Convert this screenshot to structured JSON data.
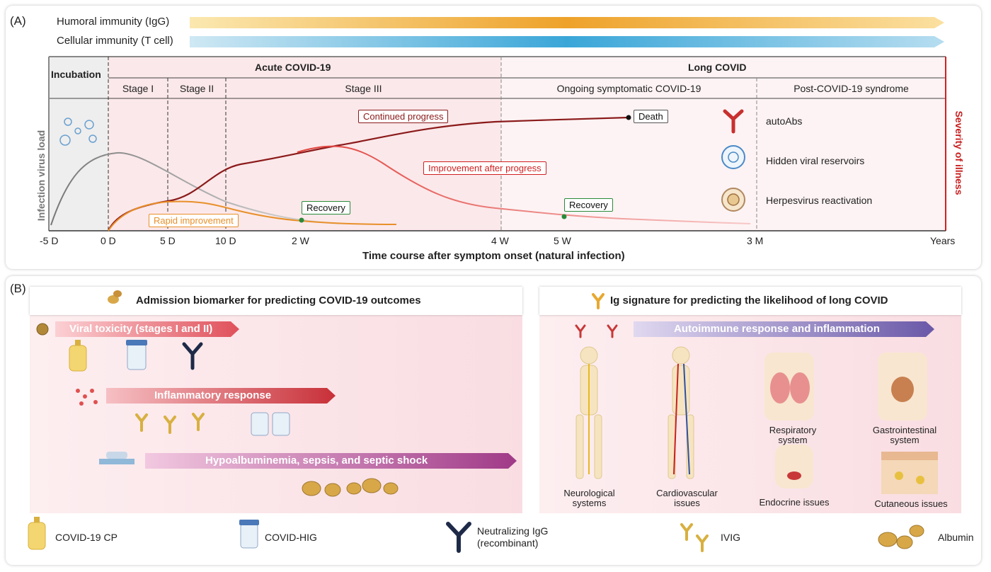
{
  "panel_a": {
    "label": "(A)",
    "humoral": "Humoral immunity (IgG)",
    "cellular": "Cellular immunity (T cell)",
    "phases": {
      "incubation": "Incubation",
      "acute": "Acute COVID-19",
      "long": "Long COVID"
    },
    "stages": {
      "s1": "Stage I",
      "s2": "Stage II",
      "s3": "Stage III",
      "ongoing": "Ongoing symptomatic COVID-19",
      "post": "Post-COVID-19 syndrome"
    },
    "y_left": "Infection virus load",
    "y_right": "Severity of illness",
    "curve_labels": {
      "continued": "Continued progress",
      "death": "Death",
      "improvement": "Improvement after progress",
      "recovery1": "Recovery",
      "recovery2": "Recovery",
      "rapid": "Rapid improvement"
    },
    "side_items": {
      "autoabs": "autoAbs",
      "reservoirs": "Hidden viral reservoirs",
      "herpes": "Herpesvirus reactivation"
    },
    "ticks": [
      "-5 D",
      "0 D",
      "5 D",
      "10 D",
      "2 W",
      "4 W",
      "5 W",
      "3 M",
      "Years"
    ],
    "x_title": "Time course after symptom onset (natural infection)"
  },
  "panel_b": {
    "label": "(B)",
    "left_header": "Admission biomarker for predicting COVID-19 outcomes",
    "right_header": "Ig signature for predicting the likelihood of long COVID",
    "viral_toxicity": "Viral toxicity (stages I and II)",
    "inflammatory": "Inflammatory response",
    "hypoalbuminemia": "Hypoalbuminemia, sepsis, and septic shock",
    "autoimmune": "Autoimmune response and inflammation",
    "organs": {
      "neuro": "Neurological systems",
      "cardio": "Cardiovascular issues",
      "resp": "Respiratory system",
      "gi": "Gastrointestinal system",
      "endo": "Endocrine issues",
      "cutaneous": "Cutaneous issues"
    }
  },
  "legend": {
    "cp": "COVID-19 CP",
    "hig": "COVID-HIG",
    "nab": "Neutralizing IgG (recombinant)",
    "ivig": "IVIG",
    "albumin": "Albumin"
  },
  "colors": {
    "darkred": "#8b1a1a",
    "red": "#e0403a",
    "orange": "#e8902a",
    "gray": "#888888",
    "pink_bg": "#fbe8ea",
    "purple": "#7a5aa8",
    "magenta": "#a03a88"
  }
}
